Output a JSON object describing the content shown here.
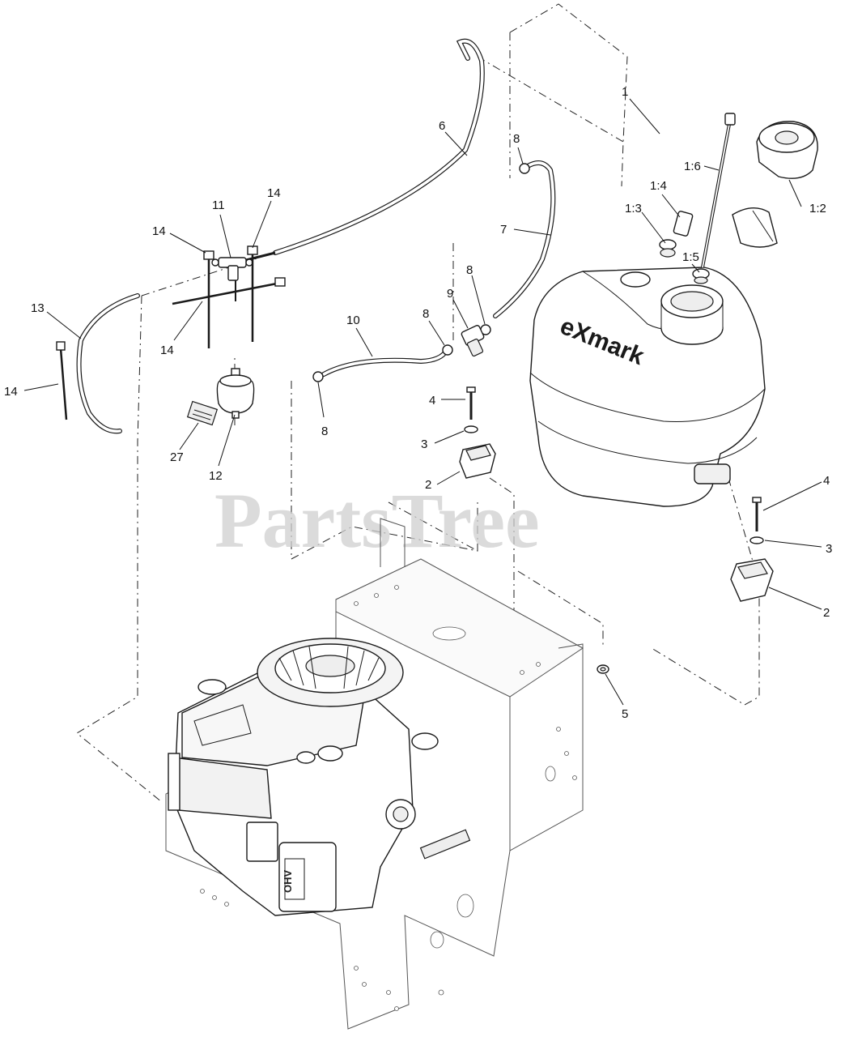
{
  "watermark": {
    "text": "PartsTree",
    "trademark": "™"
  },
  "brand": {
    "tank_logo": "eXmark"
  },
  "engine": {
    "valve_label": "OHV"
  },
  "callouts": [
    {
      "id": "c-1",
      "label": "1"
    },
    {
      "id": "c-1-2",
      "label": "1:2"
    },
    {
      "id": "c-1-3",
      "label": "1:3"
    },
    {
      "id": "c-1-4",
      "label": "1:4"
    },
    {
      "id": "c-1-5",
      "label": "1:5"
    },
    {
      "id": "c-1-6",
      "label": "1:6"
    },
    {
      "id": "c-2a",
      "label": "2"
    },
    {
      "id": "c-2b",
      "label": "2"
    },
    {
      "id": "c-3a",
      "label": "3"
    },
    {
      "id": "c-3b",
      "label": "3"
    },
    {
      "id": "c-4a",
      "label": "4"
    },
    {
      "id": "c-4b",
      "label": "4"
    },
    {
      "id": "c-5",
      "label": "5"
    },
    {
      "id": "c-6",
      "label": "6"
    },
    {
      "id": "c-7",
      "label": "7"
    },
    {
      "id": "c-8a",
      "label": "8"
    },
    {
      "id": "c-8b",
      "label": "8"
    },
    {
      "id": "c-8c",
      "label": "8"
    },
    {
      "id": "c-8d",
      "label": "8"
    },
    {
      "id": "c-9",
      "label": "9"
    },
    {
      "id": "c-10",
      "label": "10"
    },
    {
      "id": "c-11",
      "label": "11"
    },
    {
      "id": "c-12",
      "label": "12"
    },
    {
      "id": "c-13",
      "label": "13"
    },
    {
      "id": "c-14a",
      "label": "14"
    },
    {
      "id": "c-14b",
      "label": "14"
    },
    {
      "id": "c-14c",
      "label": "14"
    },
    {
      "id": "c-14d",
      "label": "14"
    },
    {
      "id": "c-27",
      "label": "27"
    }
  ]
}
